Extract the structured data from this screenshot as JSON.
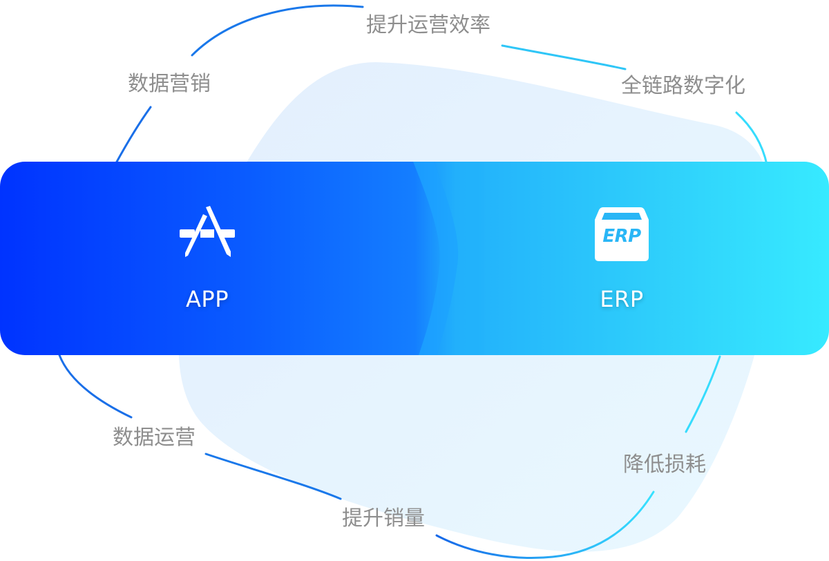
{
  "nodes": {
    "app": {
      "label": "APP",
      "icon": "app-store-icon"
    },
    "erp": {
      "label": "ERP",
      "icon": "erp-box-icon",
      "badge_text": "ERP"
    }
  },
  "benefits": {
    "top": "提升运营效率",
    "top_left": "数据营销",
    "top_right": "全链路数字化",
    "bottom_left": "数据运营",
    "bottom_center": "提升销量",
    "bottom_right": "降低损耗"
  },
  "colors": {
    "band_start": "#0033ff",
    "band_mid": "#147eff",
    "band_end": "#37eaff",
    "ring_blue": "#1a73e8",
    "ring_cyan": "#37e0ff",
    "blob": "#e6f2ff",
    "label_text": "#8e8e8e"
  }
}
